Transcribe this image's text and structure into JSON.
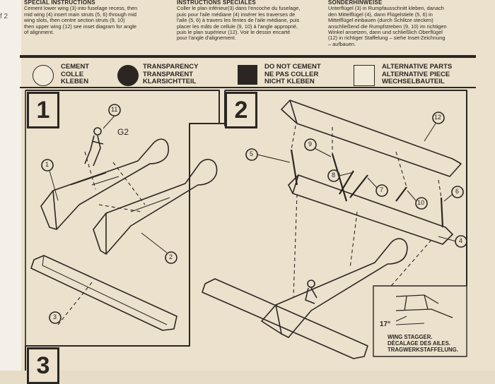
{
  "edge": {
    "text": "f 2"
  },
  "instructions": {
    "english": {
      "heading": "SPECIAL INSTRUCTIONS",
      "lines": [
        "Cement lower wing (3) into fuselage recess, then",
        "mid wing (4) insert main struts (5, 6) through mid",
        "wing slots, then centre section struts (9, 10)",
        "then upper wing (12) see inset diagram for angle",
        "of alignment."
      ]
    },
    "french": {
      "heading": "INSTRUCTIONS SPECIALES",
      "lines": [
        "Coller le plan inférieur(3) dans l'encoche du fuselage,",
        "puis pour l'aile médiane (4) insérer les traverses de",
        "l'aile (5, 6) à travers les fentes de l'aile médiane, puis",
        "placer les mâts de cellule (9, 10) à l'angle approprié,",
        "puis le plan supérieur (12). Voir le dessin encarté",
        "pour l'angle d'alignement."
      ]
    },
    "german": {
      "heading": "SONDERHINWEISE",
      "lines": [
        "Unterflügel (3) in Rumpfausschnitt kleben, danach",
        "den Mittelflügel (4), dann Flügelstiele (5, 6) in",
        "Mittelflügel einbauen (durch Schlitze stecken)",
        "anschließend die Rumpfstreben (9, 10) im richtigen",
        "Winkel ansetzen, dann und schließlich Oberflügel",
        "(12) in richtiger Staffelung – siehe Inset-Zeichnung",
        "– aufbauen."
      ]
    }
  },
  "legend": [
    {
      "lines": [
        "CEMENT",
        "COLLE",
        "KLEBEN"
      ],
      "shape": "open-circle"
    },
    {
      "lines": [
        "TRANSPARENCY",
        "TRANSPARENT",
        "KLARSICHTTEIL"
      ],
      "shape": "filled-circle"
    },
    {
      "lines": [
        "DO NOT CEMENT",
        "NE PAS COLLER",
        "NICHT KLEBEN"
      ],
      "shape": "filled-square"
    },
    {
      "lines": [
        "ALTERNATIVE PARTS",
        "ALTERNATIVE PIECE",
        "WECHSELBAUTEIL"
      ],
      "shape": "open-square"
    }
  ],
  "steps": [
    {
      "number": "1"
    },
    {
      "number": "2"
    },
    {
      "number": "3"
    }
  ],
  "callouts": {
    "pilot": "11",
    "pilot_label": "G2",
    "fuselage_left": "1",
    "fuselage_right": "2",
    "lower_wing": "3",
    "upper_wing": "12",
    "strut_5": "5",
    "strut_6": "6",
    "mid_wing": "4",
    "strut_9": "9",
    "strut_8": "8",
    "strut_7": "7",
    "strut_10": "10"
  },
  "inset": {
    "angle": "17°",
    "lines": [
      "WING STAGGER.",
      "DÉCALAGE DES AILES.",
      "TRAGWERKSTAFFELUNG."
    ]
  },
  "colors": {
    "ink": "#2b2622",
    "paper": "#ebe1cc"
  }
}
